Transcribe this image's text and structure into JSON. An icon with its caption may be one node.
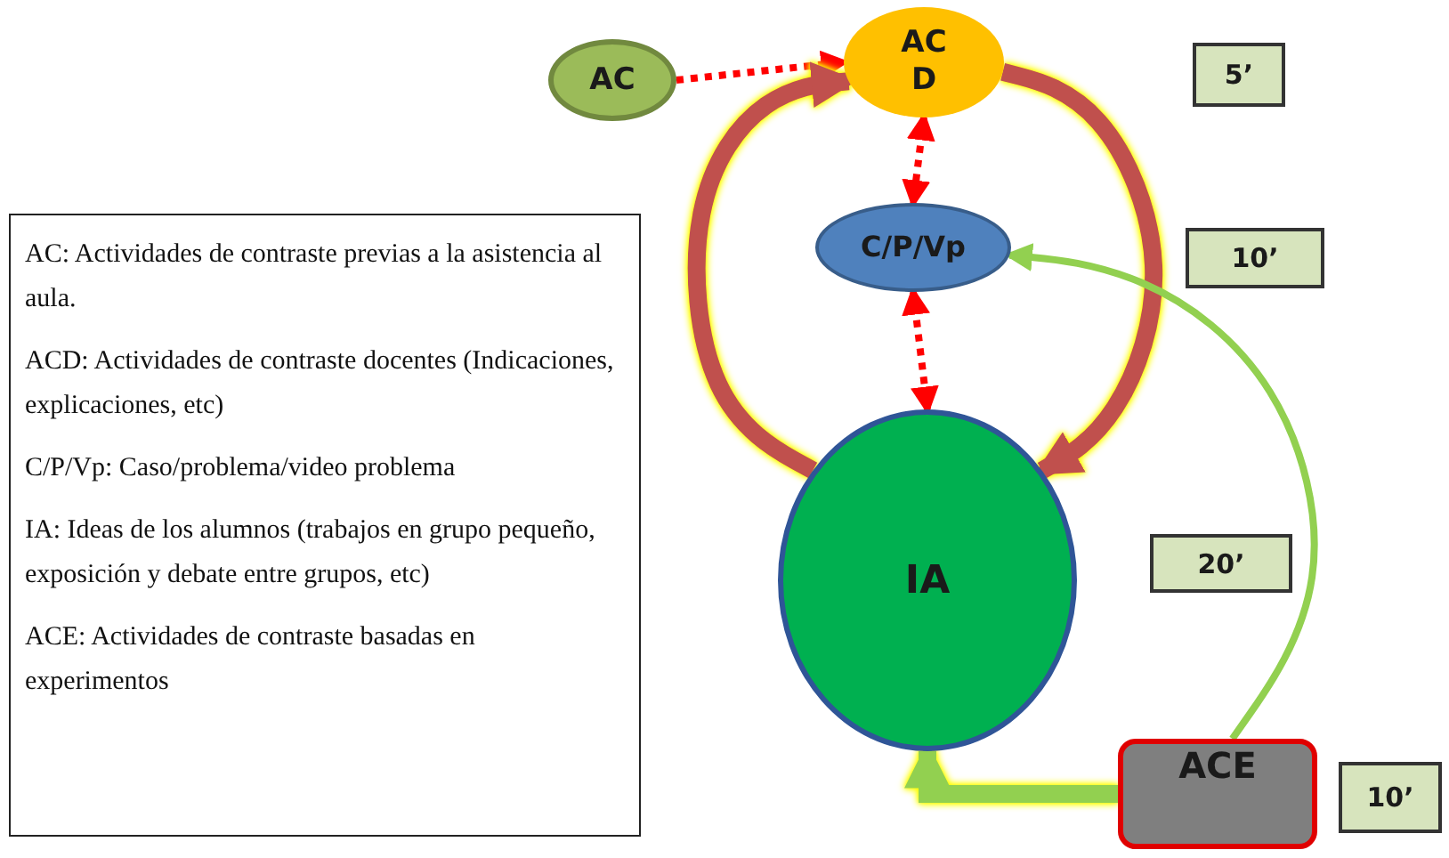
{
  "diagram": {
    "nodes": [
      {
        "text": [
          "AC"
        ]
      },
      {
        "text": [
          "ACD"
        ]
      },
      {
        "text": [
          "C/P/Vp"
        ]
      },
      {
        "text": [
          "IA"
        ]
      },
      {
        "text": [
          "ACE"
        ]
      },
      {
        "text": [
          "AC: Actividades de contraste previas a la asistencia al aula.",
          "ACD: Actividades de contraste docentes (Indicaciones, explicaciones, etc)",
          "C/P/Vp: Caso/problema/video problema",
          "IA: Ideas de los alumnos (trabajos en grupo pequeño, exposición y debate entre grupos, etc)",
          "ACE: Actividades de contraste basadas en experimentos"
        ]
      },
      {
        "text": [
          "5’"
        ]
      },
      {
        "text": [
          "10’"
        ]
      },
      {
        "text": [
          "20’"
        ]
      },
      {
        "text": [
          "10’"
        ]
      }
    ],
    "edges": [
      {
        "from": 0,
        "to": 1,
        "arrow": "to",
        "style": "dashed"
      },
      {
        "from": 1,
        "to": 2,
        "arrow": "both",
        "style": "dashed"
      },
      {
        "from": 2,
        "to": 3,
        "arrow": "both",
        "style": "dashed"
      },
      {
        "from": 3,
        "to": 1,
        "arrow": "to",
        "style": "thick",
        "color": "#c0504d"
      },
      {
        "from": 1,
        "to": 3,
        "arrow": "to",
        "style": "thick",
        "color": "#c0504d"
      },
      {
        "from": 4,
        "to": 2,
        "arrow": "to",
        "color": "#92d050"
      },
      {
        "from": 4,
        "to": 3,
        "arrow": "to",
        "style": "thick",
        "color": "#92d050"
      }
    ]
  }
}
